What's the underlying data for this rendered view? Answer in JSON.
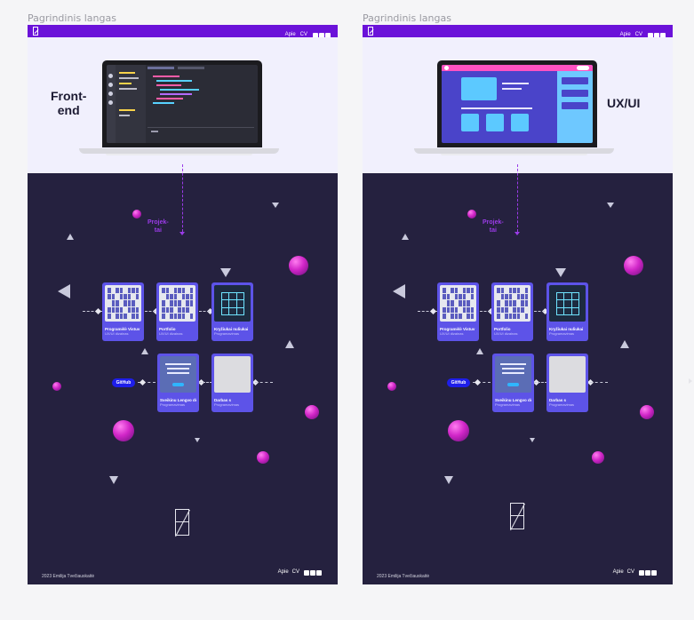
{
  "frames": [
    {
      "label": "Pagrindinis langas",
      "nav": {
        "links": [
          "Apie",
          "CV"
        ],
        "social": [
          "email-icon",
          "linkedin-icon",
          "facebook-icon"
        ]
      },
      "hero": {
        "title": "Front-\nend",
        "variant": "code"
      },
      "projects_label": "Projek-\ntai",
      "cards": [
        {
          "title": "Programėlė Vistuv",
          "subtitle": "UX/UI dizainas"
        },
        {
          "title": "Portfolio",
          "subtitle": "UX/UI dizainas"
        },
        {
          "title": "Kryžiukai nuliukai",
          "subtitle": "Programavimas"
        },
        {
          "title": "Sveikinu Lengvo dėjo",
          "subtitle": "Programavimas"
        },
        {
          "title": "Darbas s",
          "subtitle": "Programavimas"
        }
      ],
      "github": "GitHub",
      "footer": {
        "copyright": "2023 Emilija Tvečiauskaitė",
        "links": [
          "Apie",
          "CV"
        ]
      }
    },
    {
      "label": "Pagrindinis langas",
      "nav": {
        "links": [
          "Apie",
          "CV"
        ],
        "social": [
          "email-icon",
          "linkedin-icon",
          "facebook-icon"
        ]
      },
      "hero": {
        "title": "UX/UI",
        "variant": "design"
      },
      "projects_label": "Projek-\ntai",
      "cards": [
        {
          "title": "Programėlė Vistuv",
          "subtitle": "UX/UI dizainas"
        },
        {
          "title": "Portfolio",
          "subtitle": "UX/UI dizainas"
        },
        {
          "title": "Kryžiukai nuliukai",
          "subtitle": "Programavimas"
        },
        {
          "title": "Sveikinu Lengvo dėjo",
          "subtitle": "Programavimas"
        },
        {
          "title": "Darbas s",
          "subtitle": "Programavimas"
        }
      ],
      "github": "GitHub",
      "footer": {
        "copyright": "2023 Emilija Tvečiauskaitė",
        "links": [
          "Apie",
          "CV"
        ]
      }
    }
  ],
  "colors": {
    "nav": "#6b12d9",
    "dark_bg": "#25213f",
    "hero_bg": "#f1f0fd",
    "card": "#5d53e8",
    "accent": "#9b3be8",
    "github": "#1e1eea"
  }
}
